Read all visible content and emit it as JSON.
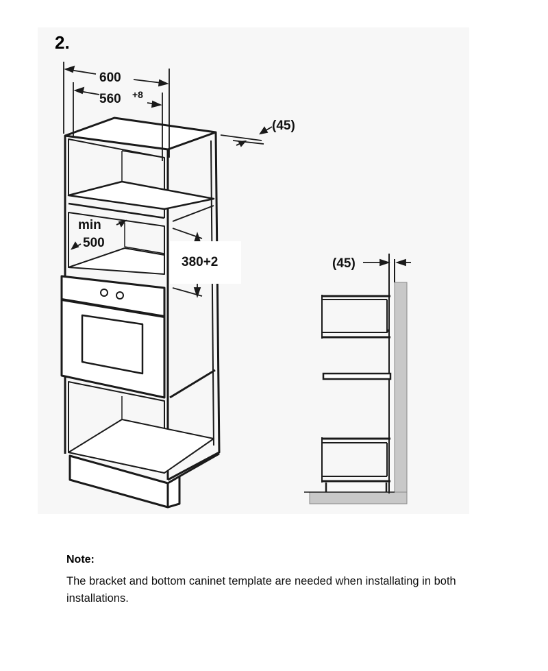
{
  "step": {
    "number": "2."
  },
  "dimensions": {
    "width_outer": "600",
    "width_inner_base": "560",
    "width_inner_tol": "+8",
    "rear_gap": "(45)",
    "min_label": "min",
    "min_depth": "500",
    "niche_height": "380+2",
    "side_view_gap": "(45)"
  },
  "note": {
    "heading": "Note:",
    "text": "The bracket and bottom caninet template are needed when installating in both installations."
  },
  "colors": {
    "line": "#1a1a1a",
    "wall_fill": "#c8c8c8",
    "panel_fill": "#ffffff"
  }
}
